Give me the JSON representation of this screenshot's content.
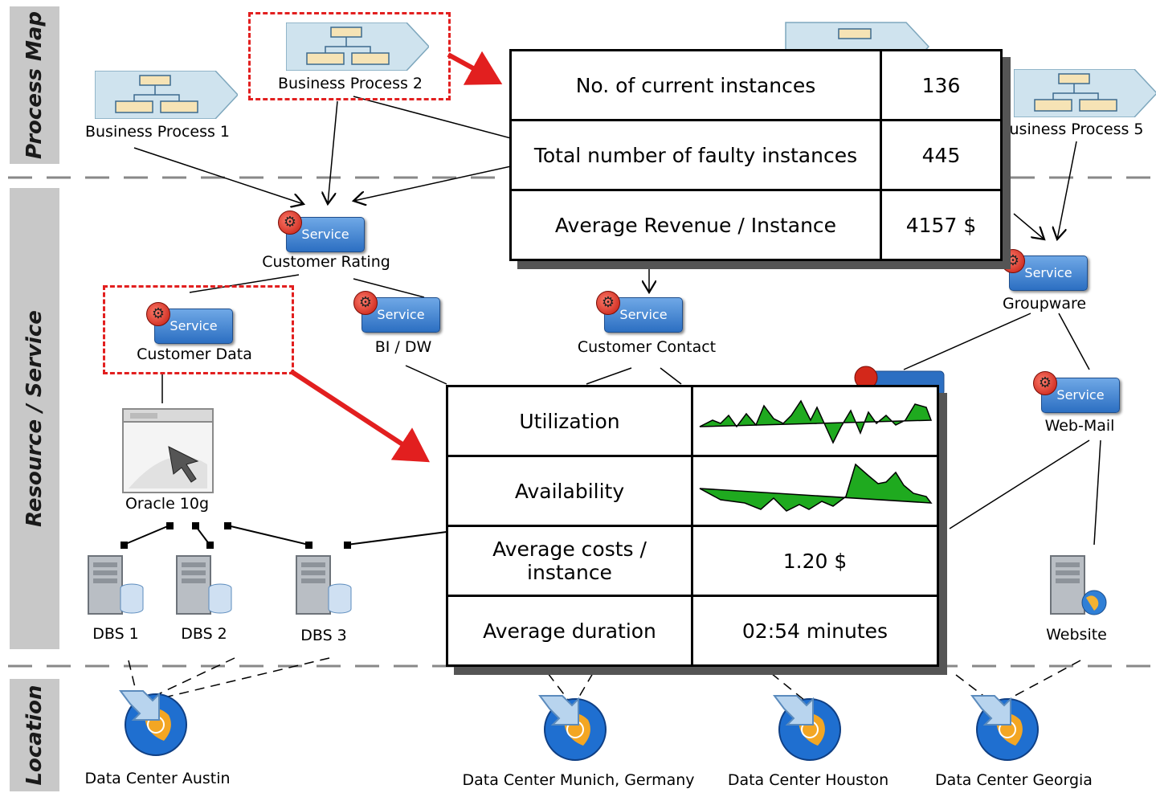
{
  "layers": {
    "process": "Process Map",
    "resource": "Resource / Service",
    "location": "Location"
  },
  "business_processes": {
    "bp1": "Business Process 1",
    "bp2": "Business Process 2",
    "bp5": "usiness Process 5"
  },
  "services": {
    "tag": "Service",
    "customer_rating": "Customer Rating",
    "customer_data": "Customer Data",
    "bi_dw": "BI / DW",
    "customer_contact": "Customer Contact",
    "groupware": "Groupware",
    "web_mail": "Web-Mail"
  },
  "resources": {
    "oracle": "Oracle 10g",
    "dbs1": "DBS 1",
    "dbs2": "DBS 2",
    "dbs3": "DBS 3",
    "website": "Website"
  },
  "locations": {
    "austin": "Data Center Austin",
    "munich": "Data Center Munich, Germany",
    "houston": "Data Center Houston",
    "georgia": "Data Center Georgia"
  },
  "process_kpis": {
    "rows": [
      {
        "label": "No. of current instances",
        "value": "136"
      },
      {
        "label": "Total number of faulty instances",
        "value": "445"
      },
      {
        "label": "Average Revenue / Instance",
        "value": "4157 $"
      }
    ]
  },
  "resource_kpis": {
    "utilization": "Utilization",
    "availability": "Availability",
    "avg_costs": "Average costs / instance",
    "avg_costs_value": "1.20 $",
    "avg_duration": "Average duration",
    "avg_duration_value": "02:54 minutes"
  },
  "colors": {
    "highlight": "#e21f1f",
    "sparkline_fill": "#1faa1f",
    "service_blue": "#2c6fc2",
    "layer_tab": "#c8c8c8"
  }
}
